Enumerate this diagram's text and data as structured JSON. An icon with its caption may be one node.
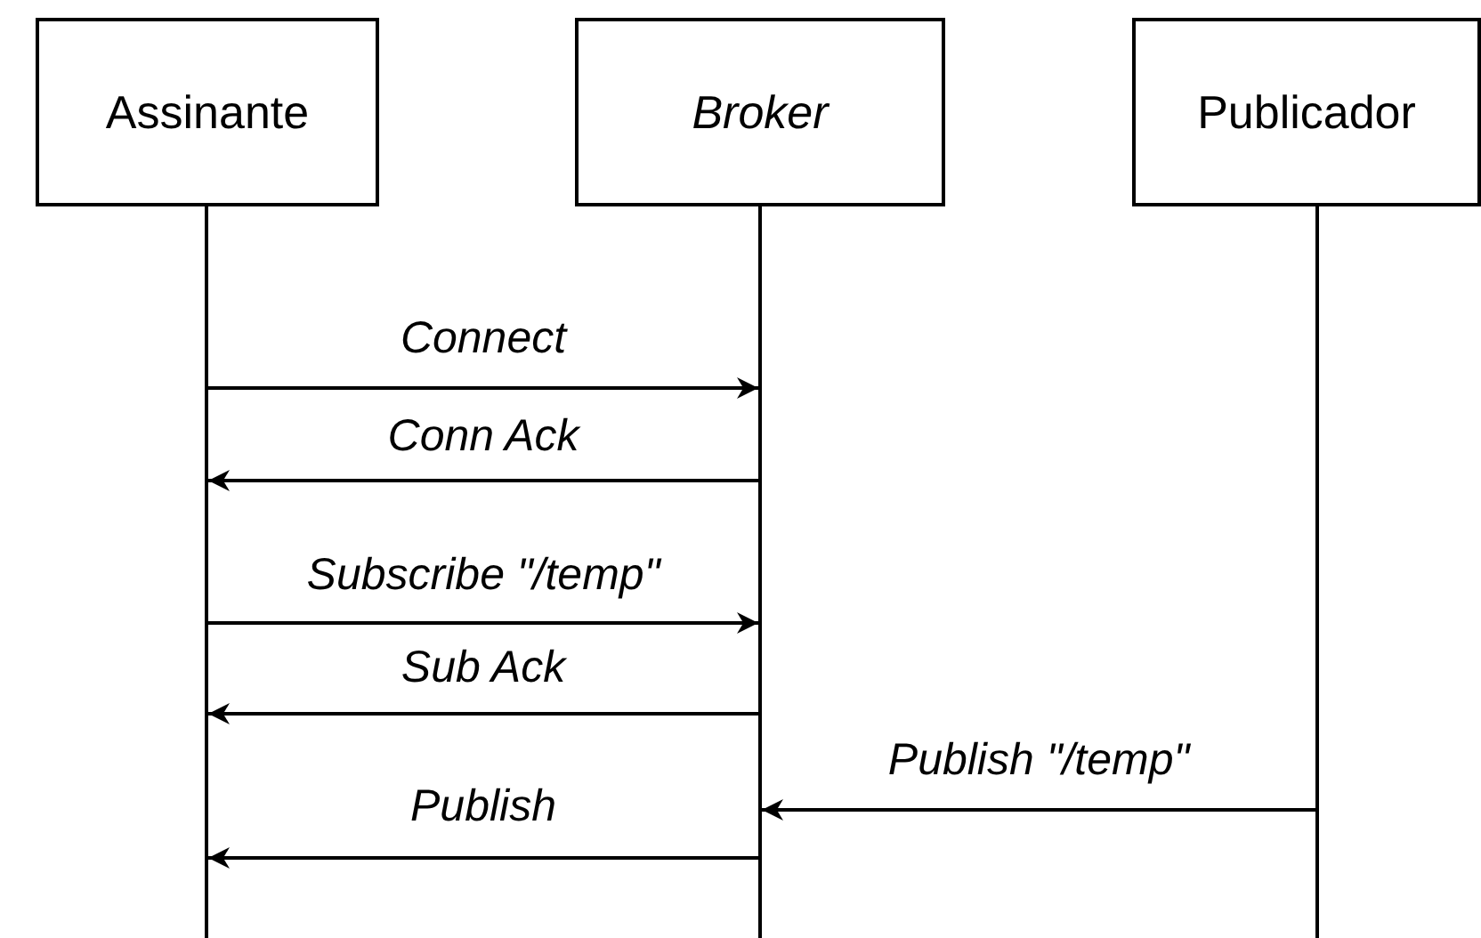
{
  "diagram": {
    "nodes": [
      {
        "text": [
          "Assinante"
        ]
      },
      {
        "text": [
          "Broker"
        ]
      },
      {
        "text": [
          "Publicador"
        ]
      }
    ],
    "edges": [
      {
        "from": 0,
        "to": 1,
        "arrow": "to",
        "label": "Connect"
      },
      {
        "from": 1,
        "to": 0,
        "arrow": "to",
        "label": "Conn Ack"
      },
      {
        "from": 0,
        "to": 1,
        "arrow": "to",
        "label": "Subscribe \"/temp\""
      },
      {
        "from": 1,
        "to": 0,
        "arrow": "to",
        "label": "Sub Ack"
      },
      {
        "from": 2,
        "to": 1,
        "arrow": "to",
        "label": "Publish \"/temp\""
      },
      {
        "from": 1,
        "to": 0,
        "arrow": "to",
        "label": "Publish"
      }
    ]
  }
}
